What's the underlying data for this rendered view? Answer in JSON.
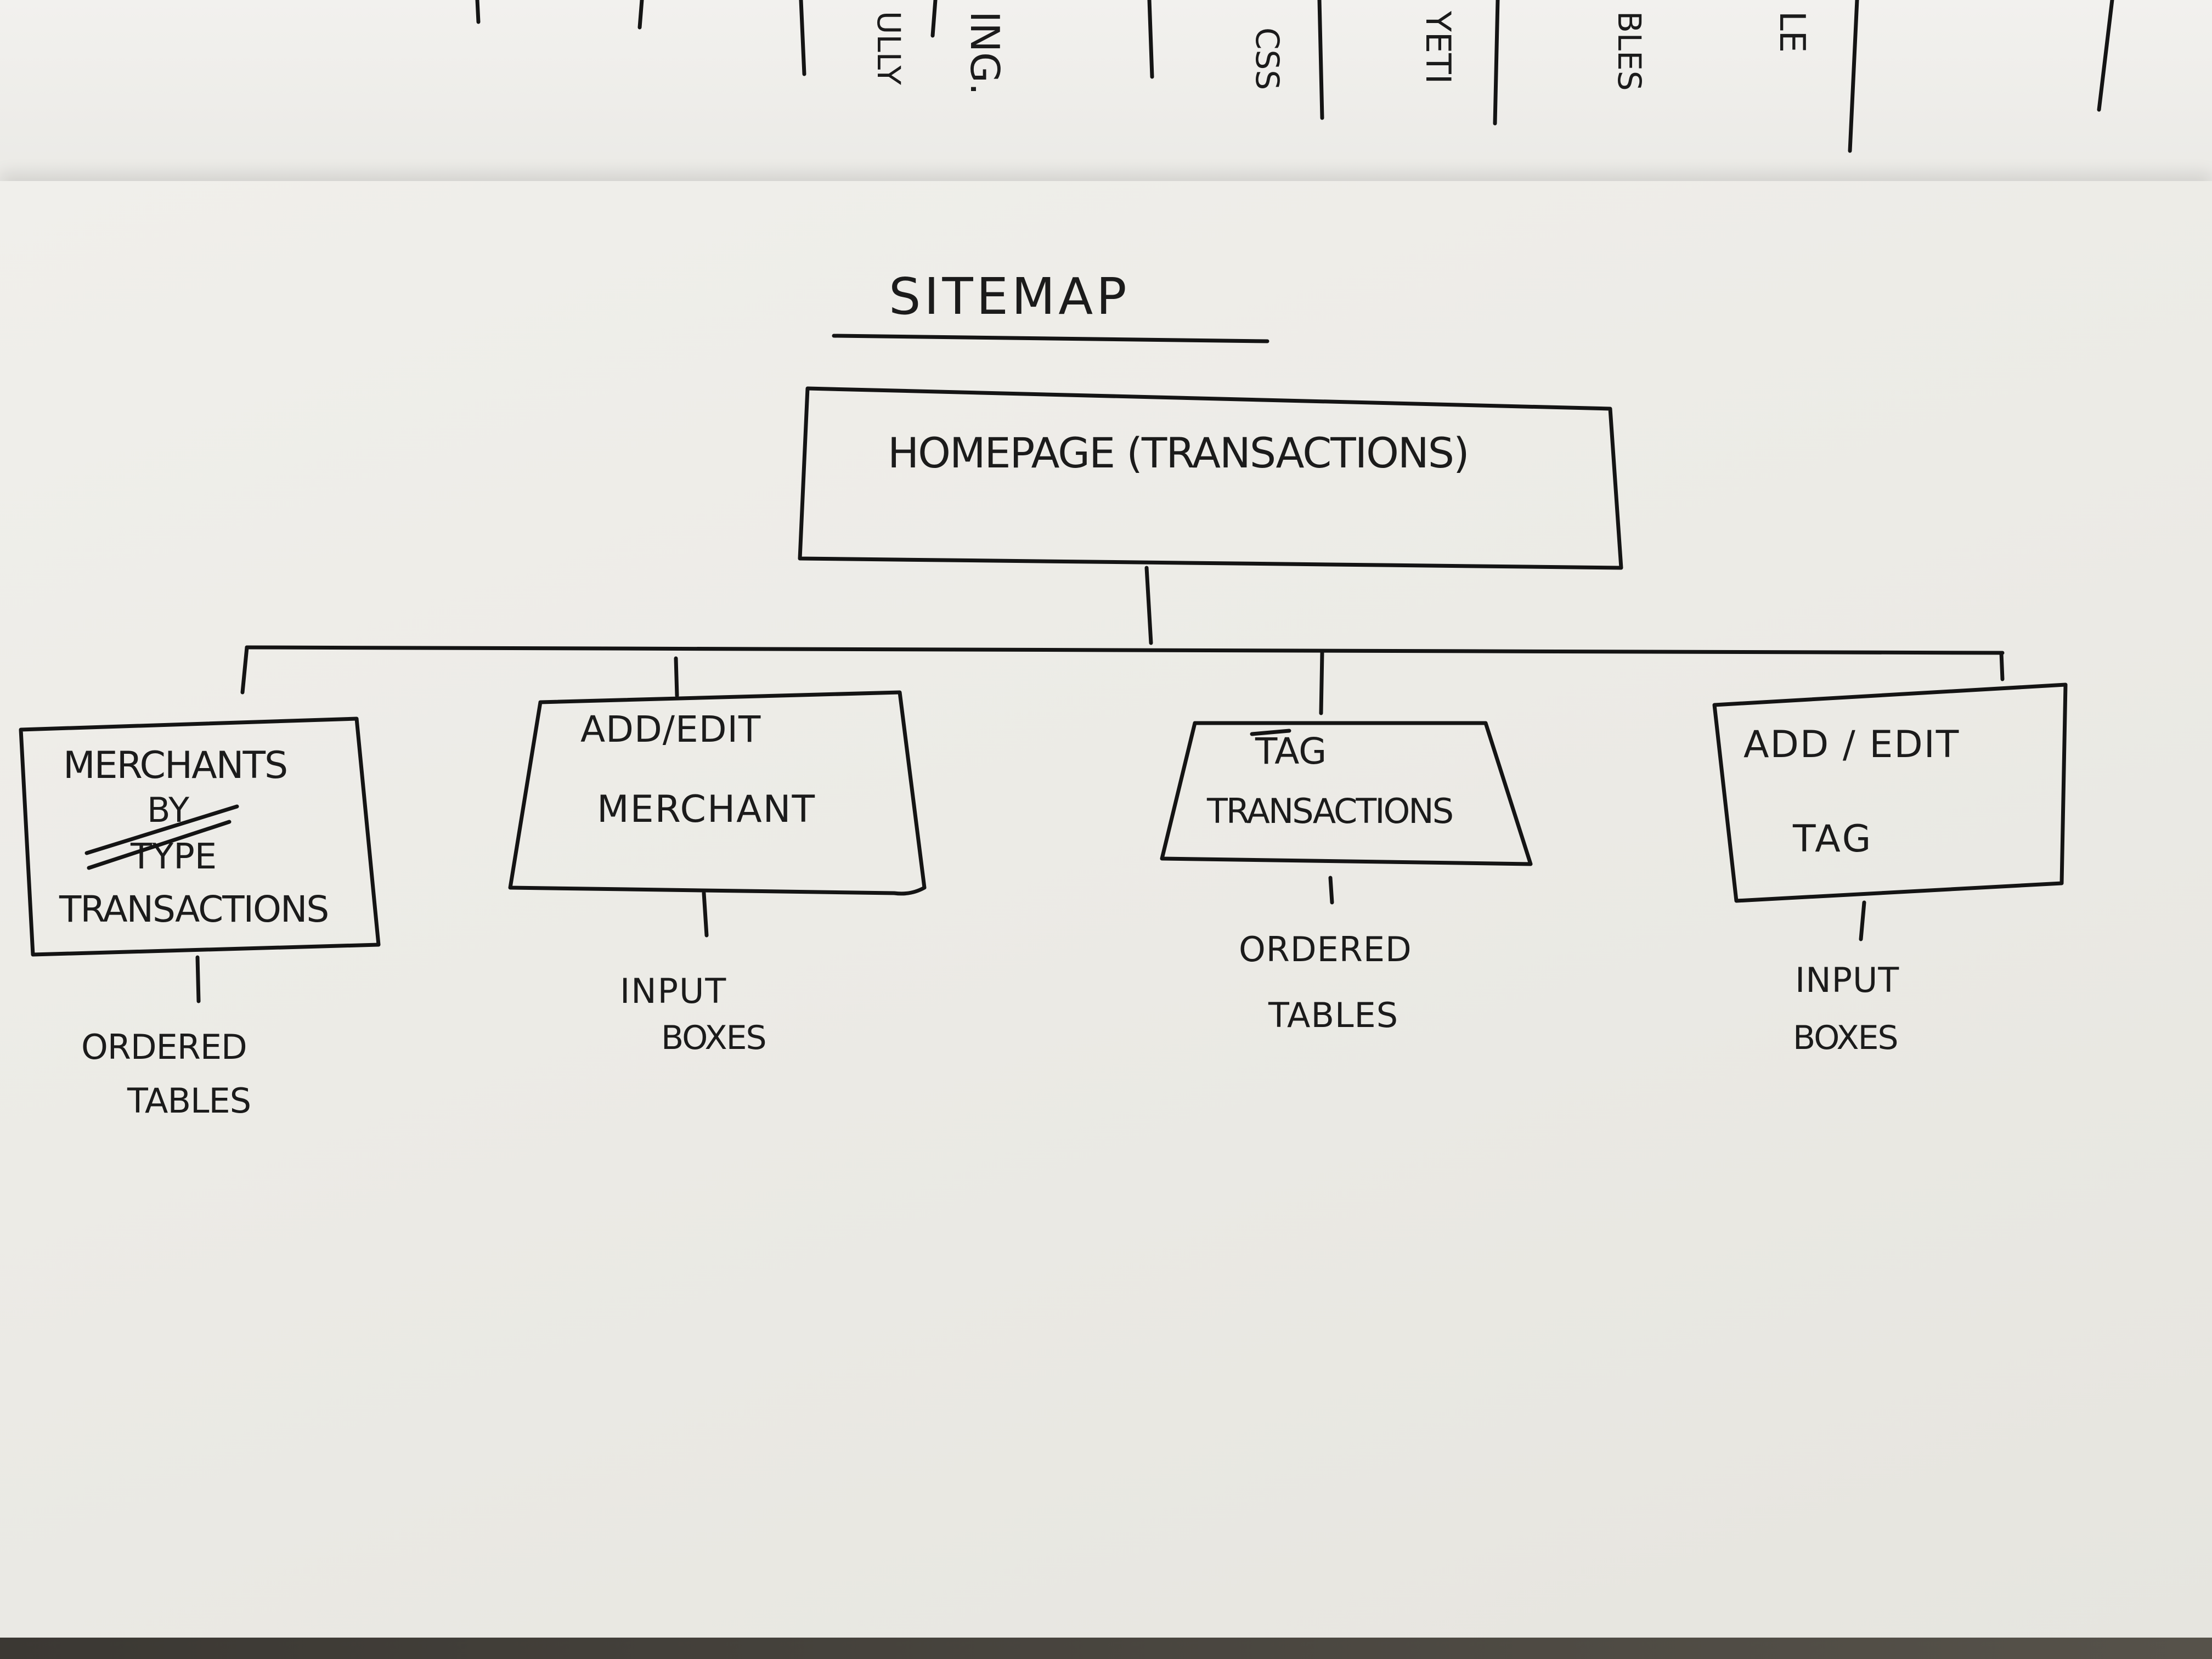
{
  "sitemap": {
    "title": "SITEMAP",
    "root": {
      "label": "HOMEPAGE (TRANSACTIONS)"
    },
    "children": [
      {
        "line1": "MERCHANTS",
        "line2": "BY",
        "line3": "TYPE",
        "line4": "TRANSACTIONS",
        "sub1": "ORDERED",
        "sub2": "TABLES"
      },
      {
        "line1": "ADD/EDIT",
        "line2": "MERCHANT",
        "sub1": "INPUT",
        "sub2": "BOXES"
      },
      {
        "line1": "TAG",
        "line2": "TRANSACTIONS",
        "sub1": "ORDERED",
        "sub2": "TABLES"
      },
      {
        "line1": "ADD / EDIT",
        "line2": "TAG",
        "sub1": "INPUT",
        "sub2": "BOXES"
      }
    ]
  },
  "background_page": {
    "fragments": [
      "ULLY",
      "ING.",
      "CSS",
      "YETI",
      "BLES",
      "LE"
    ]
  },
  "colors": {
    "ink": "#141414",
    "paper": "#eeede8"
  }
}
